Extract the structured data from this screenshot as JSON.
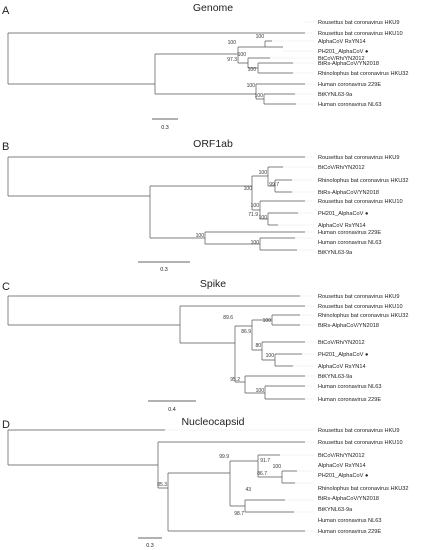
{
  "figure": {
    "panels": [
      {
        "letter": "A",
        "title": "Genome",
        "scale": "0.3",
        "leaves": [
          {
            "name": "Rousettus bat coronavirus HKU9"
          },
          {
            "name": "Rousettus bat coronavirus HKU10"
          },
          {
            "name": "AlphaCoV RsYN14"
          },
          {
            "name": "PH201_AlphaCoV",
            "marker": "●"
          },
          {
            "name": "BtCoV/Rh/YN2012"
          },
          {
            "name": "BtRs-AlphaCoV/YN2018"
          },
          {
            "name": "Rhinolophus bat coronavirus HKU32"
          },
          {
            "name": "Human coronavirus 229E"
          },
          {
            "name": "BtKYNL63-9a"
          },
          {
            "name": "Human coronavirus NL63"
          }
        ],
        "supports": [
          "100",
          "97.3",
          "100",
          "100",
          "100",
          "100",
          "100"
        ]
      },
      {
        "letter": "B",
        "title": "ORF1ab",
        "scale": "0.3",
        "leaves": [
          {
            "name": "Rousettus bat coronavirus HKU9"
          },
          {
            "name": "BtCoV/Rh/YN2012"
          },
          {
            "name": "Rhinolophus bat coronavirus HKU32"
          },
          {
            "name": "BtRs-AlphaCoV/YN2018"
          },
          {
            "name": "Rousettus bat coronavirus HKU10"
          },
          {
            "name": "PH201_AlphaCoV",
            "marker": "●"
          },
          {
            "name": "AlphaCoV RsYN14"
          },
          {
            "name": "Human coronavirus 229E"
          },
          {
            "name": "Human coronavirus NL63"
          },
          {
            "name": "BtKYNL63-9a"
          }
        ],
        "supports": [
          "100",
          "99.7",
          "100",
          "100",
          "71.9",
          "100",
          "100",
          "100"
        ]
      },
      {
        "letter": "C",
        "title": "Spike",
        "scale": "0.4",
        "leaves": [
          {
            "name": "Rousettus bat coronavirus HKU9"
          },
          {
            "name": "Rousettus bat coronavirus HKU10"
          },
          {
            "name": "Rhinolophus bat coronavirus HKU32"
          },
          {
            "name": "BtRs-AlphaCoV/YN2018"
          },
          {
            "name": "BtCoV/Rh/YN2012"
          },
          {
            "name": "PH201_AlphaCoV",
            "marker": "●"
          },
          {
            "name": "AlphaCoV RsYN14"
          },
          {
            "name": "BtKYNL63-9a"
          },
          {
            "name": "Human coronavirus NL63"
          },
          {
            "name": "Human coronavirus 229E"
          }
        ],
        "supports": [
          "89.6",
          "100",
          "86.9",
          "80",
          "100",
          "95.2",
          "100"
        ]
      },
      {
        "letter": "D",
        "title": "Nucleocapsid",
        "scale": "0.3",
        "leaves": [
          {
            "name": "Rousettus bat coronavirus HKU9"
          },
          {
            "name": "Rousettus bat coronavirus HKU10"
          },
          {
            "name": "BtCoV/Rh/YN2012"
          },
          {
            "name": "AlphaCoV RsYN14"
          },
          {
            "name": "PH201_AlphaCoV",
            "marker": "●"
          },
          {
            "name": "Rhinolophus bat coronavirus HKU32"
          },
          {
            "name": "BtRs-AlphaCoV/YN2018"
          },
          {
            "name": "BtKYNL63-9a"
          },
          {
            "name": "Human coronavirus NL63"
          },
          {
            "name": "Human coronavirus 229E"
          }
        ],
        "supports": [
          "99.9",
          "91.7",
          "100",
          "86.7",
          "43",
          "85.3",
          "98.7"
        ]
      }
    ]
  }
}
